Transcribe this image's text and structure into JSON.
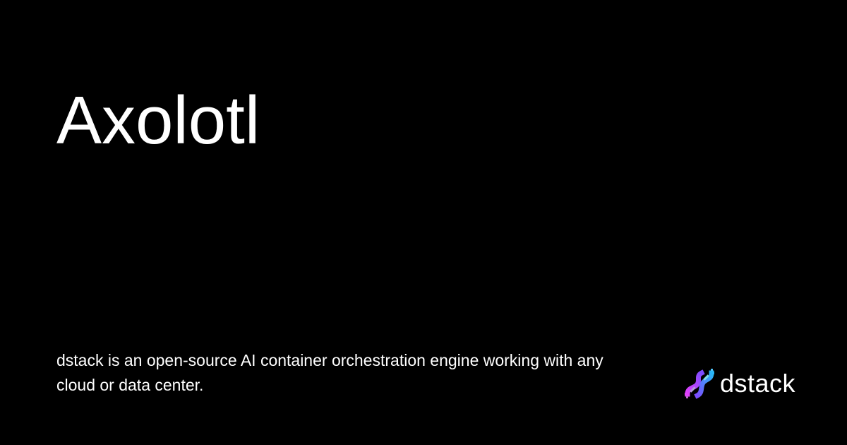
{
  "page": {
    "title": "Axolotl",
    "description": "dstack is an open-source AI container orchestration engine working with any cloud or data center."
  },
  "brand": {
    "name": "dstack",
    "logo_icon": "dstack-helix-logo-icon",
    "colors": {
      "background": "#000000",
      "text": "#ffffff",
      "logo_magenta": "#e040fb",
      "logo_cyan": "#29b6f6",
      "logo_violet": "#7c4dff"
    }
  }
}
